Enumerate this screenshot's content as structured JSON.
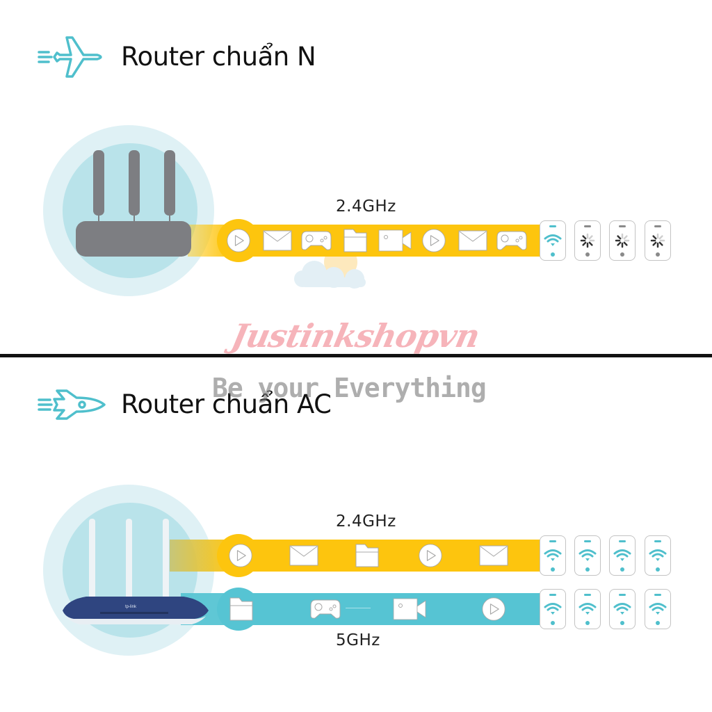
{
  "sections": [
    {
      "title": "Router chuẩn N",
      "icon": "airplane-icon",
      "router": "gray-router",
      "bands": [
        {
          "label": "2.4GHz",
          "color": "#fdc50e",
          "items": [
            "play-icon",
            "mail-icon",
            "gamepad-icon",
            "folder-icon",
            "video-camera-icon",
            "play-icon",
            "mail-icon",
            "gamepad-icon"
          ],
          "devices": [
            "connected",
            "loading",
            "loading",
            "loading"
          ]
        }
      ]
    },
    {
      "title": "Router chuẩn AC",
      "icon": "rocket-icon",
      "router": "tp-link-router",
      "bands": [
        {
          "label": "2.4GHz",
          "color": "#fdc50e",
          "items": [
            "play-icon",
            "mail-icon",
            "folder-icon",
            "play-icon",
            "mail-icon"
          ],
          "devices": [
            "connected",
            "connected",
            "connected",
            "connected"
          ]
        },
        {
          "label": "5GHz",
          "color": "#56c4d3",
          "items": [
            "folder-icon",
            "gamepad-icon",
            "video-camera-icon",
            "play-icon"
          ],
          "devices": [
            "connected",
            "connected",
            "connected",
            "connected"
          ]
        }
      ]
    }
  ],
  "watermark": {
    "brand": "Justinkshopvn",
    "tagline": "Be your Everything"
  },
  "colors": {
    "accent_teal": "#56c4d3",
    "band_yellow": "#fdc50e",
    "router_gray": "#7d7e82",
    "router_navy": "#2f4580"
  }
}
